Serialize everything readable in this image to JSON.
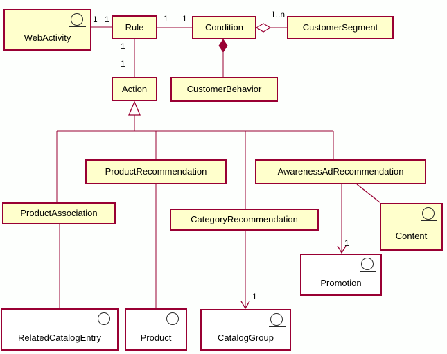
{
  "diagram": {
    "type": "uml-class-diagram",
    "colors": {
      "box_fill": "#ffffcc",
      "box_fill_alt": "#ffffff",
      "line": "#990033",
      "icon_stroke": "#2b2b2b"
    },
    "classes": {
      "webactivity": {
        "label": "WebActivity",
        "icon": true
      },
      "rule": {
        "label": "Rule",
        "icon": false
      },
      "condition": {
        "label": "Condition",
        "icon": false
      },
      "customersegment": {
        "label": "CustomerSegment",
        "icon": false
      },
      "action": {
        "label": "Action",
        "icon": false
      },
      "customerbehavior": {
        "label": "CustomerBehavior",
        "icon": false
      },
      "productrecommendation": {
        "label": "ProductRecommendation",
        "icon": false
      },
      "awarenessadrecommendation": {
        "label": "AwarenessAdRecommendation",
        "icon": false
      },
      "productassociation": {
        "label": "ProductAssociation",
        "icon": false
      },
      "categoryrecommendation": {
        "label": "CategoryRecommendation",
        "icon": false
      },
      "content": {
        "label": "Content",
        "icon": true
      },
      "promotion": {
        "label": "Promotion",
        "icon": true
      },
      "relatedcatalogentry": {
        "label": "RelatedCatalogEntry",
        "icon": true
      },
      "product": {
        "label": "Product",
        "icon": true
      },
      "cataloggroup": {
        "label": "CatalogGroup",
        "icon": true
      }
    },
    "multiplicities": {
      "wa_rule_src": "1",
      "wa_rule_dst": "1",
      "rule_cond_src": "1",
      "rule_cond_dst": "1",
      "cond_seg": "1..n",
      "rule_action_src": "1",
      "rule_action_dst": "1",
      "aware_promo": "1",
      "cat_group": "1"
    },
    "relations": [
      {
        "kind": "association",
        "from": "WebActivity",
        "to": "Rule",
        "labels": [
          "1",
          "1"
        ]
      },
      {
        "kind": "association",
        "from": "Rule",
        "to": "Condition",
        "labels": [
          "1",
          "1"
        ]
      },
      {
        "kind": "aggregation",
        "from": "Condition",
        "to": "CustomerSegment",
        "labels": [
          "1..n"
        ]
      },
      {
        "kind": "composition",
        "from": "Condition",
        "to": "CustomerBehavior",
        "labels": []
      },
      {
        "kind": "association",
        "from": "Rule",
        "to": "Action",
        "labels": [
          "1",
          "1"
        ]
      },
      {
        "kind": "generalization",
        "from": "ProductAssociation",
        "to": "Action",
        "labels": []
      },
      {
        "kind": "generalization",
        "from": "ProductRecommendation",
        "to": "Action",
        "labels": []
      },
      {
        "kind": "generalization",
        "from": "CategoryRecommendation",
        "to": "Action",
        "labels": []
      },
      {
        "kind": "generalization",
        "from": "AwarenessAdRecommendation",
        "to": "Action",
        "labels": []
      },
      {
        "kind": "association",
        "from": "ProductAssociation",
        "to": "RelatedCatalogEntry",
        "labels": []
      },
      {
        "kind": "association",
        "from": "ProductRecommendation",
        "to": "Product",
        "labels": []
      },
      {
        "kind": "directed",
        "from": "CategoryRecommendation",
        "to": "CatalogGroup",
        "labels": [
          "1"
        ]
      },
      {
        "kind": "directed",
        "from": "AwarenessAdRecommendation",
        "to": "Promotion",
        "labels": [
          "1"
        ]
      },
      {
        "kind": "association",
        "from": "AwarenessAdRecommendation",
        "to": "Content",
        "labels": []
      }
    ]
  }
}
